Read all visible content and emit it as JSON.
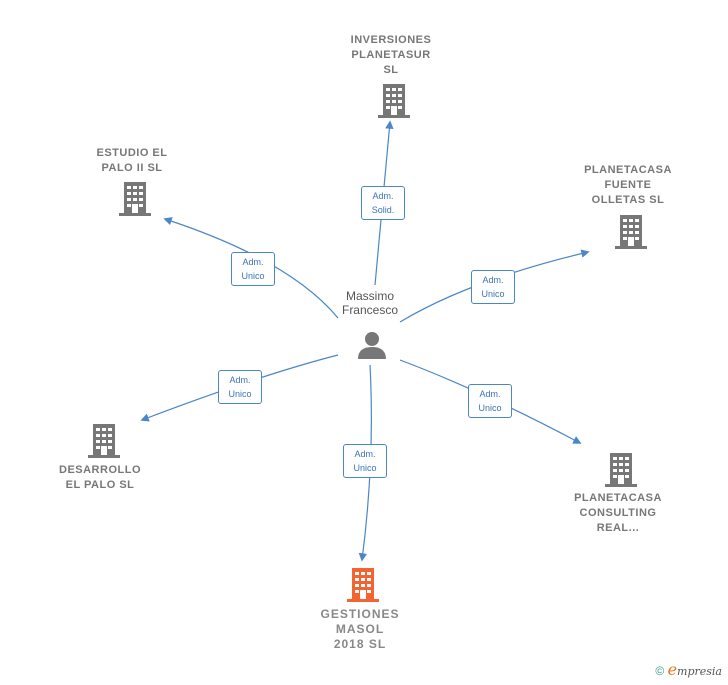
{
  "person": {
    "name": "Massimo\nFrancesco"
  },
  "colors": {
    "edge": "#4a86c8",
    "building": "#777777",
    "highlight": "#f26532"
  },
  "companies": [
    {
      "id": "inversiones",
      "label": "INVERSIONES\nPLANETASUR\nSL",
      "role": "Adm.\nSolid.",
      "highlight": false
    },
    {
      "id": "estudio",
      "label": "ESTUDIO EL\nPALO II SL",
      "role": "Adm.\nUnico",
      "highlight": false
    },
    {
      "id": "planetacasa-fuente",
      "label": "PLANETACASA\nFUENTE\nOLLETAS  SL",
      "role": "Adm.\nUnico",
      "highlight": false
    },
    {
      "id": "desarrollo",
      "label": "DESARROLLO\nEL PALO  SL",
      "role": "Adm.\nUnico",
      "highlight": false
    },
    {
      "id": "planetacasa-consulting",
      "label": "PLANETACASA\nCONSULTING\nREAL...",
      "role": "Adm.\nUnico",
      "highlight": false
    },
    {
      "id": "gestiones",
      "label": "GESTIONES\nMASOL\n2018  SL",
      "role": "Adm.\nUnico",
      "highlight": true
    }
  ],
  "watermark": {
    "copyright": "©",
    "initial": "e",
    "brand": "mpresia"
  }
}
